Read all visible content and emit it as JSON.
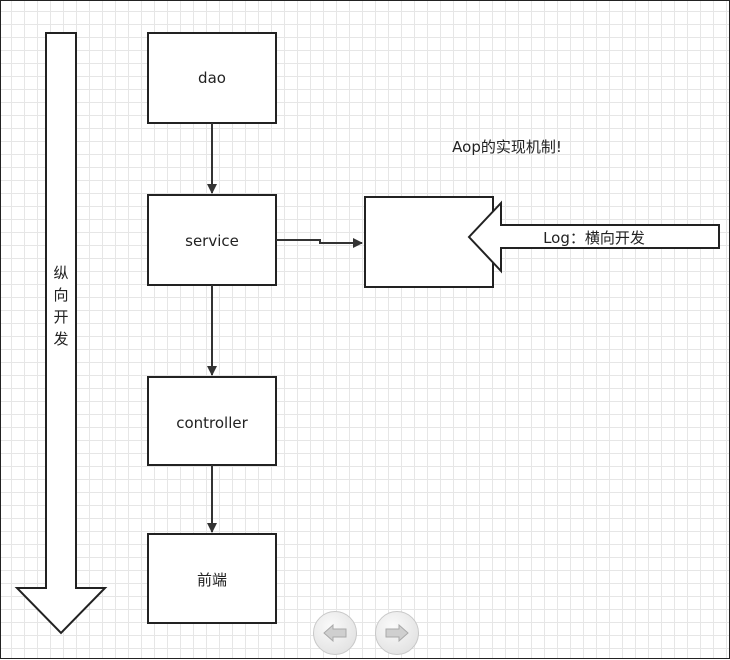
{
  "nodes": {
    "dao": "dao",
    "service": "service",
    "controller": "controller",
    "frontend": "前端"
  },
  "vertical_arrow": {
    "label_chars": [
      "纵",
      "向",
      "开",
      "发"
    ]
  },
  "aop_title": "Aop的实现机制!",
  "horizontal_arrow": {
    "label": "Log：横向开发"
  },
  "nav": {
    "prev_icon": "arrow-left-icon",
    "next_icon": "arrow-right-icon"
  },
  "colors": {
    "stroke": "#222222",
    "grid": "#e6e6e6"
  }
}
